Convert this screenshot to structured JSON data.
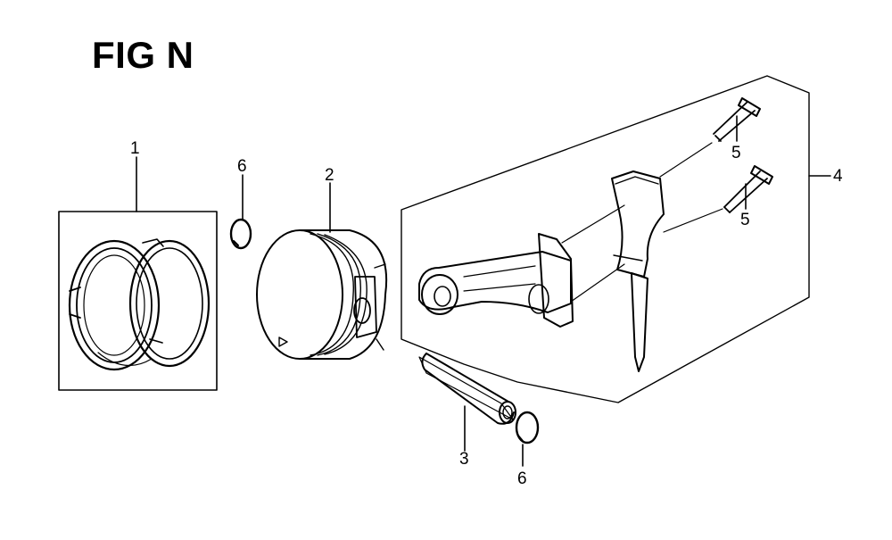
{
  "figure": {
    "title": "FIG N"
  },
  "callouts": {
    "piston_ring_set": "1",
    "piston": "2",
    "piston_pin": "3",
    "connecting_rod_assembly": "4",
    "rod_bolt_upper": "5",
    "rod_bolt_lower": "5",
    "pin_clip_upper": "6",
    "pin_clip_lower": "6"
  },
  "colors": {
    "line": "#000000",
    "background": "#ffffff"
  }
}
